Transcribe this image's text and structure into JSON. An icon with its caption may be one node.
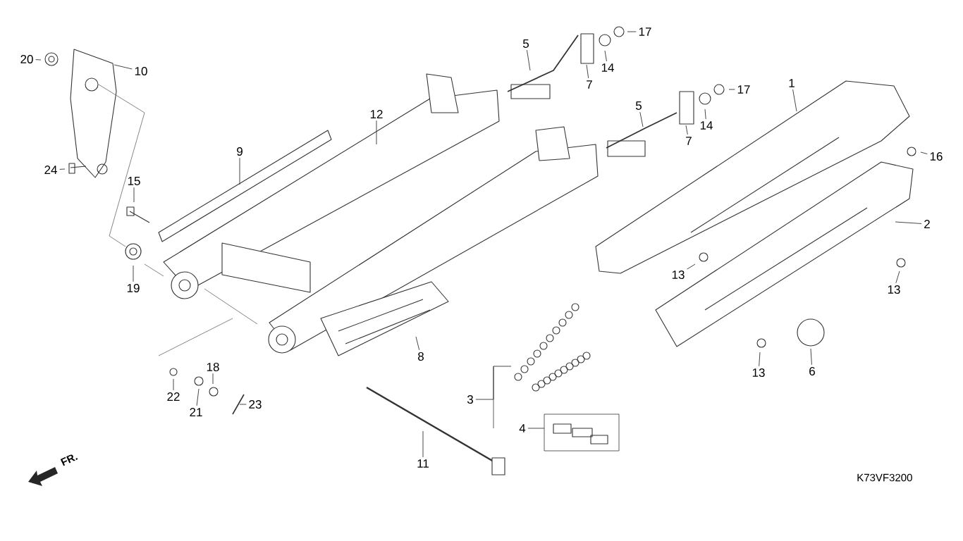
{
  "diagram": {
    "nodes": [
      {
        "text": [
          "17"
        ]
      },
      {
        "text": [
          "5"
        ]
      },
      {
        "text": [
          "14"
        ]
      },
      {
        "text": [
          "7"
        ]
      },
      {
        "text": [
          "20"
        ]
      },
      {
        "text": [
          "10"
        ]
      },
      {
        "text": [
          "1"
        ]
      },
      {
        "text": [
          "17"
        ]
      },
      {
        "text": [
          "5"
        ]
      },
      {
        "text": [
          "14"
        ]
      },
      {
        "text": [
          "12"
        ]
      },
      {
        "text": [
          "7"
        ]
      },
      {
        "text": [
          "9"
        ]
      },
      {
        "text": [
          "16"
        ]
      },
      {
        "text": [
          "24"
        ]
      },
      {
        "text": [
          "15"
        ]
      },
      {
        "text": [
          "2"
        ]
      },
      {
        "text": [
          "13"
        ]
      },
      {
        "text": [
          "19"
        ]
      },
      {
        "text": [
          "13"
        ]
      },
      {
        "text": [
          "8"
        ]
      },
      {
        "text": [
          "18"
        ]
      },
      {
        "text": [
          "6"
        ]
      },
      {
        "text": [
          "13"
        ]
      },
      {
        "text": [
          "22"
        ]
      },
      {
        "text": [
          "23"
        ]
      },
      {
        "text": [
          "3"
        ]
      },
      {
        "text": [
          "21"
        ]
      },
      {
        "text": [
          "4"
        ]
      },
      {
        "text": [
          "11"
        ]
      }
    ],
    "edges": [
      {
        "from": 0,
        "to": null,
        "arrow": "none"
      },
      {
        "from": 1,
        "to": null,
        "arrow": "none"
      },
      {
        "from": 2,
        "to": null,
        "arrow": "none"
      },
      {
        "from": 3,
        "to": null,
        "arrow": "none"
      },
      {
        "from": 4,
        "to": null,
        "arrow": "none"
      },
      {
        "from": 5,
        "to": null,
        "arrow": "none"
      },
      {
        "from": 6,
        "to": null,
        "arrow": "none"
      },
      {
        "from": 7,
        "to": null,
        "arrow": "none"
      },
      {
        "from": 8,
        "to": null,
        "arrow": "none"
      },
      {
        "from": 9,
        "to": null,
        "arrow": "none"
      },
      {
        "from": 10,
        "to": null,
        "arrow": "none"
      },
      {
        "from": 11,
        "to": null,
        "arrow": "none"
      },
      {
        "from": 12,
        "to": null,
        "arrow": "none"
      },
      {
        "from": 13,
        "to": null,
        "arrow": "none"
      },
      {
        "from": 14,
        "to": null,
        "arrow": "none"
      },
      {
        "from": 15,
        "to": null,
        "arrow": "none"
      },
      {
        "from": 16,
        "to": null,
        "arrow": "none"
      },
      {
        "from": 17,
        "to": null,
        "arrow": "none"
      },
      {
        "from": 18,
        "to": null,
        "arrow": "none"
      },
      {
        "from": 19,
        "to": null,
        "arrow": "none"
      },
      {
        "from": 20,
        "to": null,
        "arrow": "none"
      },
      {
        "from": 21,
        "to": null,
        "arrow": "none"
      },
      {
        "from": 22,
        "to": null,
        "arrow": "none"
      },
      {
        "from": 23,
        "to": null,
        "arrow": "none"
      },
      {
        "from": 24,
        "to": null,
        "arrow": "none"
      },
      {
        "from": 25,
        "to": null,
        "arrow": "none"
      },
      {
        "from": 26,
        "to": null,
        "arrow": "none"
      },
      {
        "from": 27,
        "to": null,
        "arrow": "none"
      },
      {
        "from": 28,
        "to": null,
        "arrow": "none"
      },
      {
        "from": 29,
        "to": null,
        "arrow": "none"
      }
    ],
    "labels": [
      "FR.",
      "K73VF3200"
    ]
  }
}
